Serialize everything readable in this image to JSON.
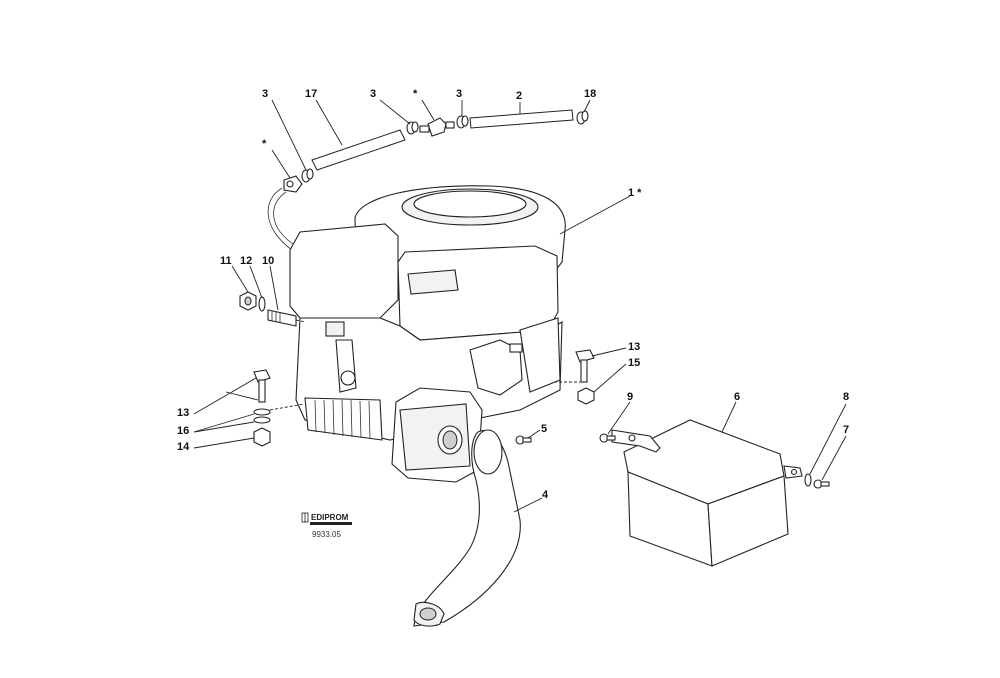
{
  "callouts": {
    "c3a": "3",
    "c17": "17",
    "c3b": "3",
    "cstar_top": "*",
    "c3c": "3",
    "c2": "2",
    "c18": "18",
    "cstar_left": "*",
    "c1": "1 *",
    "c11": "11",
    "c12": "12",
    "c10": "10",
    "c13_right": "13",
    "c15": "15",
    "c13_left": "13",
    "c16": "16",
    "c14": "14",
    "c5": "5",
    "c9": "9",
    "c6": "6",
    "c8": "8",
    "c7": "7",
    "c4": "4"
  },
  "logo": {
    "name": "EDIPROM",
    "ref": "9933.05"
  }
}
